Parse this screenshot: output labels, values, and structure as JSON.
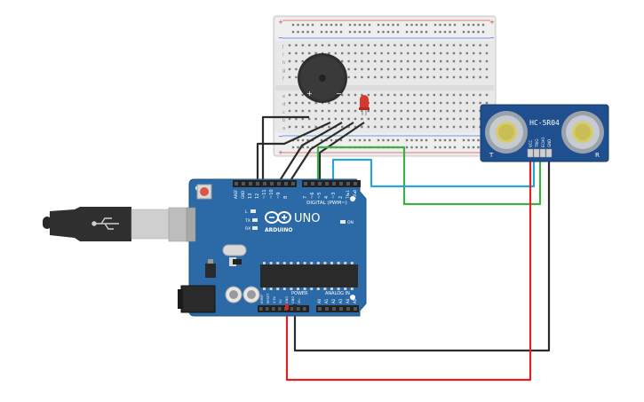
{
  "breadboard": {
    "row_letters_top": [
      "j",
      "i",
      "h",
      "g",
      "f"
    ],
    "row_letters_bottom": [
      "e",
      "d",
      "c",
      "b",
      "a"
    ],
    "rail_plus": "+",
    "rail_minus": "−"
  },
  "buzzer": {
    "plus_label": "+",
    "minus_label": "−"
  },
  "sensor": {
    "model": "HC-5R04",
    "left_mark": "T",
    "right_mark": "R",
    "pins": [
      "VCC",
      "TRIG",
      "ECHO",
      "GND"
    ]
  },
  "arduino": {
    "brand": "ARDUINO",
    "model": "UNO",
    "digital_header_label": "DIGITAL (PWM~)",
    "power_label": "POWER",
    "analog_label": "ANALOG IN",
    "led_labels": [
      "L",
      "TX",
      "RX"
    ],
    "on_label": "ON",
    "top_pins": [
      "AREF",
      "GND",
      "13",
      "12",
      "~11",
      "~10",
      "~9",
      "8",
      "7",
      "~6",
      "~5",
      "4",
      "~3",
      "2",
      "TX▸1",
      "RX◂0"
    ],
    "power_pins": [
      "IOREF",
      "RESET",
      "3.3V",
      "5V",
      "GND",
      "GND",
      "Vin"
    ],
    "analog_pins": [
      "A0",
      "A1",
      "A2",
      "A3",
      "A4",
      "A5"
    ]
  },
  "colors": {
    "wire_red": "#e0231f",
    "wire_black": "#2b2b2b",
    "wire_green": "#3fae49",
    "wire_blue": "#2aa3d8",
    "board": "#2b6aa6",
    "sensor_board": "#1f4f8f"
  }
}
